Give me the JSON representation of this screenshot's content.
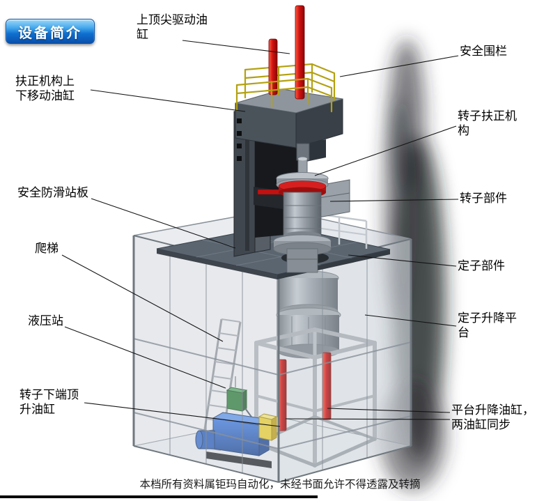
{
  "badge": {
    "label": "设备简介"
  },
  "labels": {
    "top_cylinder": "上顶尖驱动油缸",
    "safety_fence": "安全围栏",
    "centering_move_cylinder": "扶正机构上下移动油缸",
    "rotor_centering": "转子扶正机构",
    "antislip_board": "安全防滑站板",
    "rotor_part": "转子部件",
    "ladder": "爬梯",
    "stator_part": "定子部件",
    "hydraulic_station": "液压站",
    "stator_lift_platform": "定子升降平台",
    "rotor_jack_cylinder": "转子下端顶升油缸",
    "platform_lift_cylinders": "平台升降油缸，两油缸同步"
  },
  "footer": {
    "text": "本档所有资料属钜玛自动化，未经书面允许不得透露及转摘"
  },
  "colors": {
    "cylinder_red": "#c41212",
    "hydraulic_blue": "#2b62c4",
    "railing_yellow": "#b3a112",
    "platform_gray": "#5b6570",
    "badge_blue": "#0f6fd0",
    "pump_green": "#2f7d3c"
  }
}
